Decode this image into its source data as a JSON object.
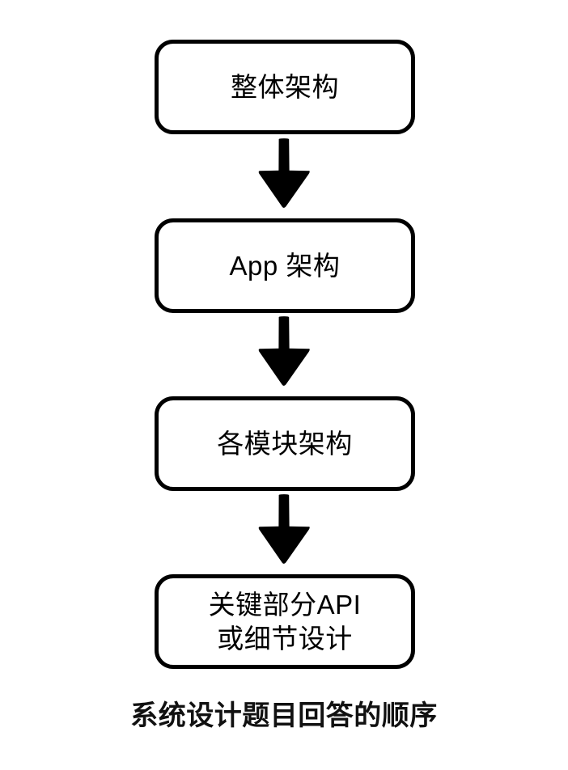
{
  "diagram": {
    "title": "系统设计题目回答的顺序",
    "orientation": "vertical-top-down",
    "background_color": "#ffffff",
    "stroke_color": "#000000",
    "text_color": "#000000",
    "nodes": [
      {
        "id": "node-1",
        "label": "整体架构"
      },
      {
        "id": "node-2",
        "label": "App 架构"
      },
      {
        "id": "node-3",
        "label": "各模块架构"
      },
      {
        "id": "node-4",
        "label": "关键部分API\n或细节设计"
      }
    ],
    "connectors": [
      {
        "id": "arrow-1",
        "icon": "arrow-down-icon",
        "from": "node-1",
        "to": "node-2"
      },
      {
        "id": "arrow-2",
        "icon": "arrow-down-icon",
        "from": "node-2",
        "to": "node-3"
      },
      {
        "id": "arrow-3",
        "icon": "arrow-down-icon",
        "from": "node-3",
        "to": "node-4"
      }
    ]
  }
}
